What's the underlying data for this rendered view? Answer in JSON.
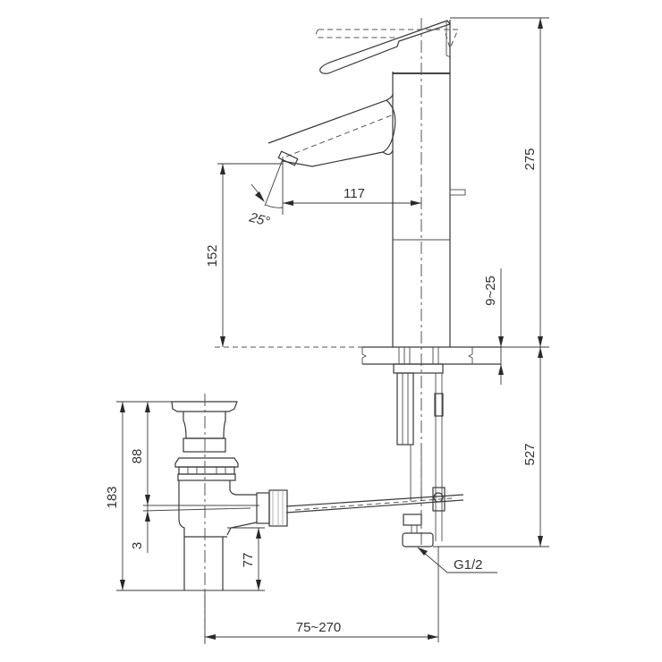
{
  "drawing": {
    "title": "Single-lever basin faucet with pop-up waste — dimension drawing",
    "units": "mm",
    "line_color": "#3a3a3a",
    "text_color": "#333333"
  },
  "dimensions": {
    "faucet_height": "275",
    "spout_height": "152",
    "spout_reach": "117",
    "spray_angle": "25°",
    "deck_thickness": "9~25",
    "below_deck_length": "527",
    "waste_total_height": "183",
    "waste_flange_height": "88",
    "waste_pivot_offset": "3",
    "waste_tail_length": "77",
    "waste_to_faucet_distance": "75~270",
    "supply_thread": "G1/2"
  }
}
